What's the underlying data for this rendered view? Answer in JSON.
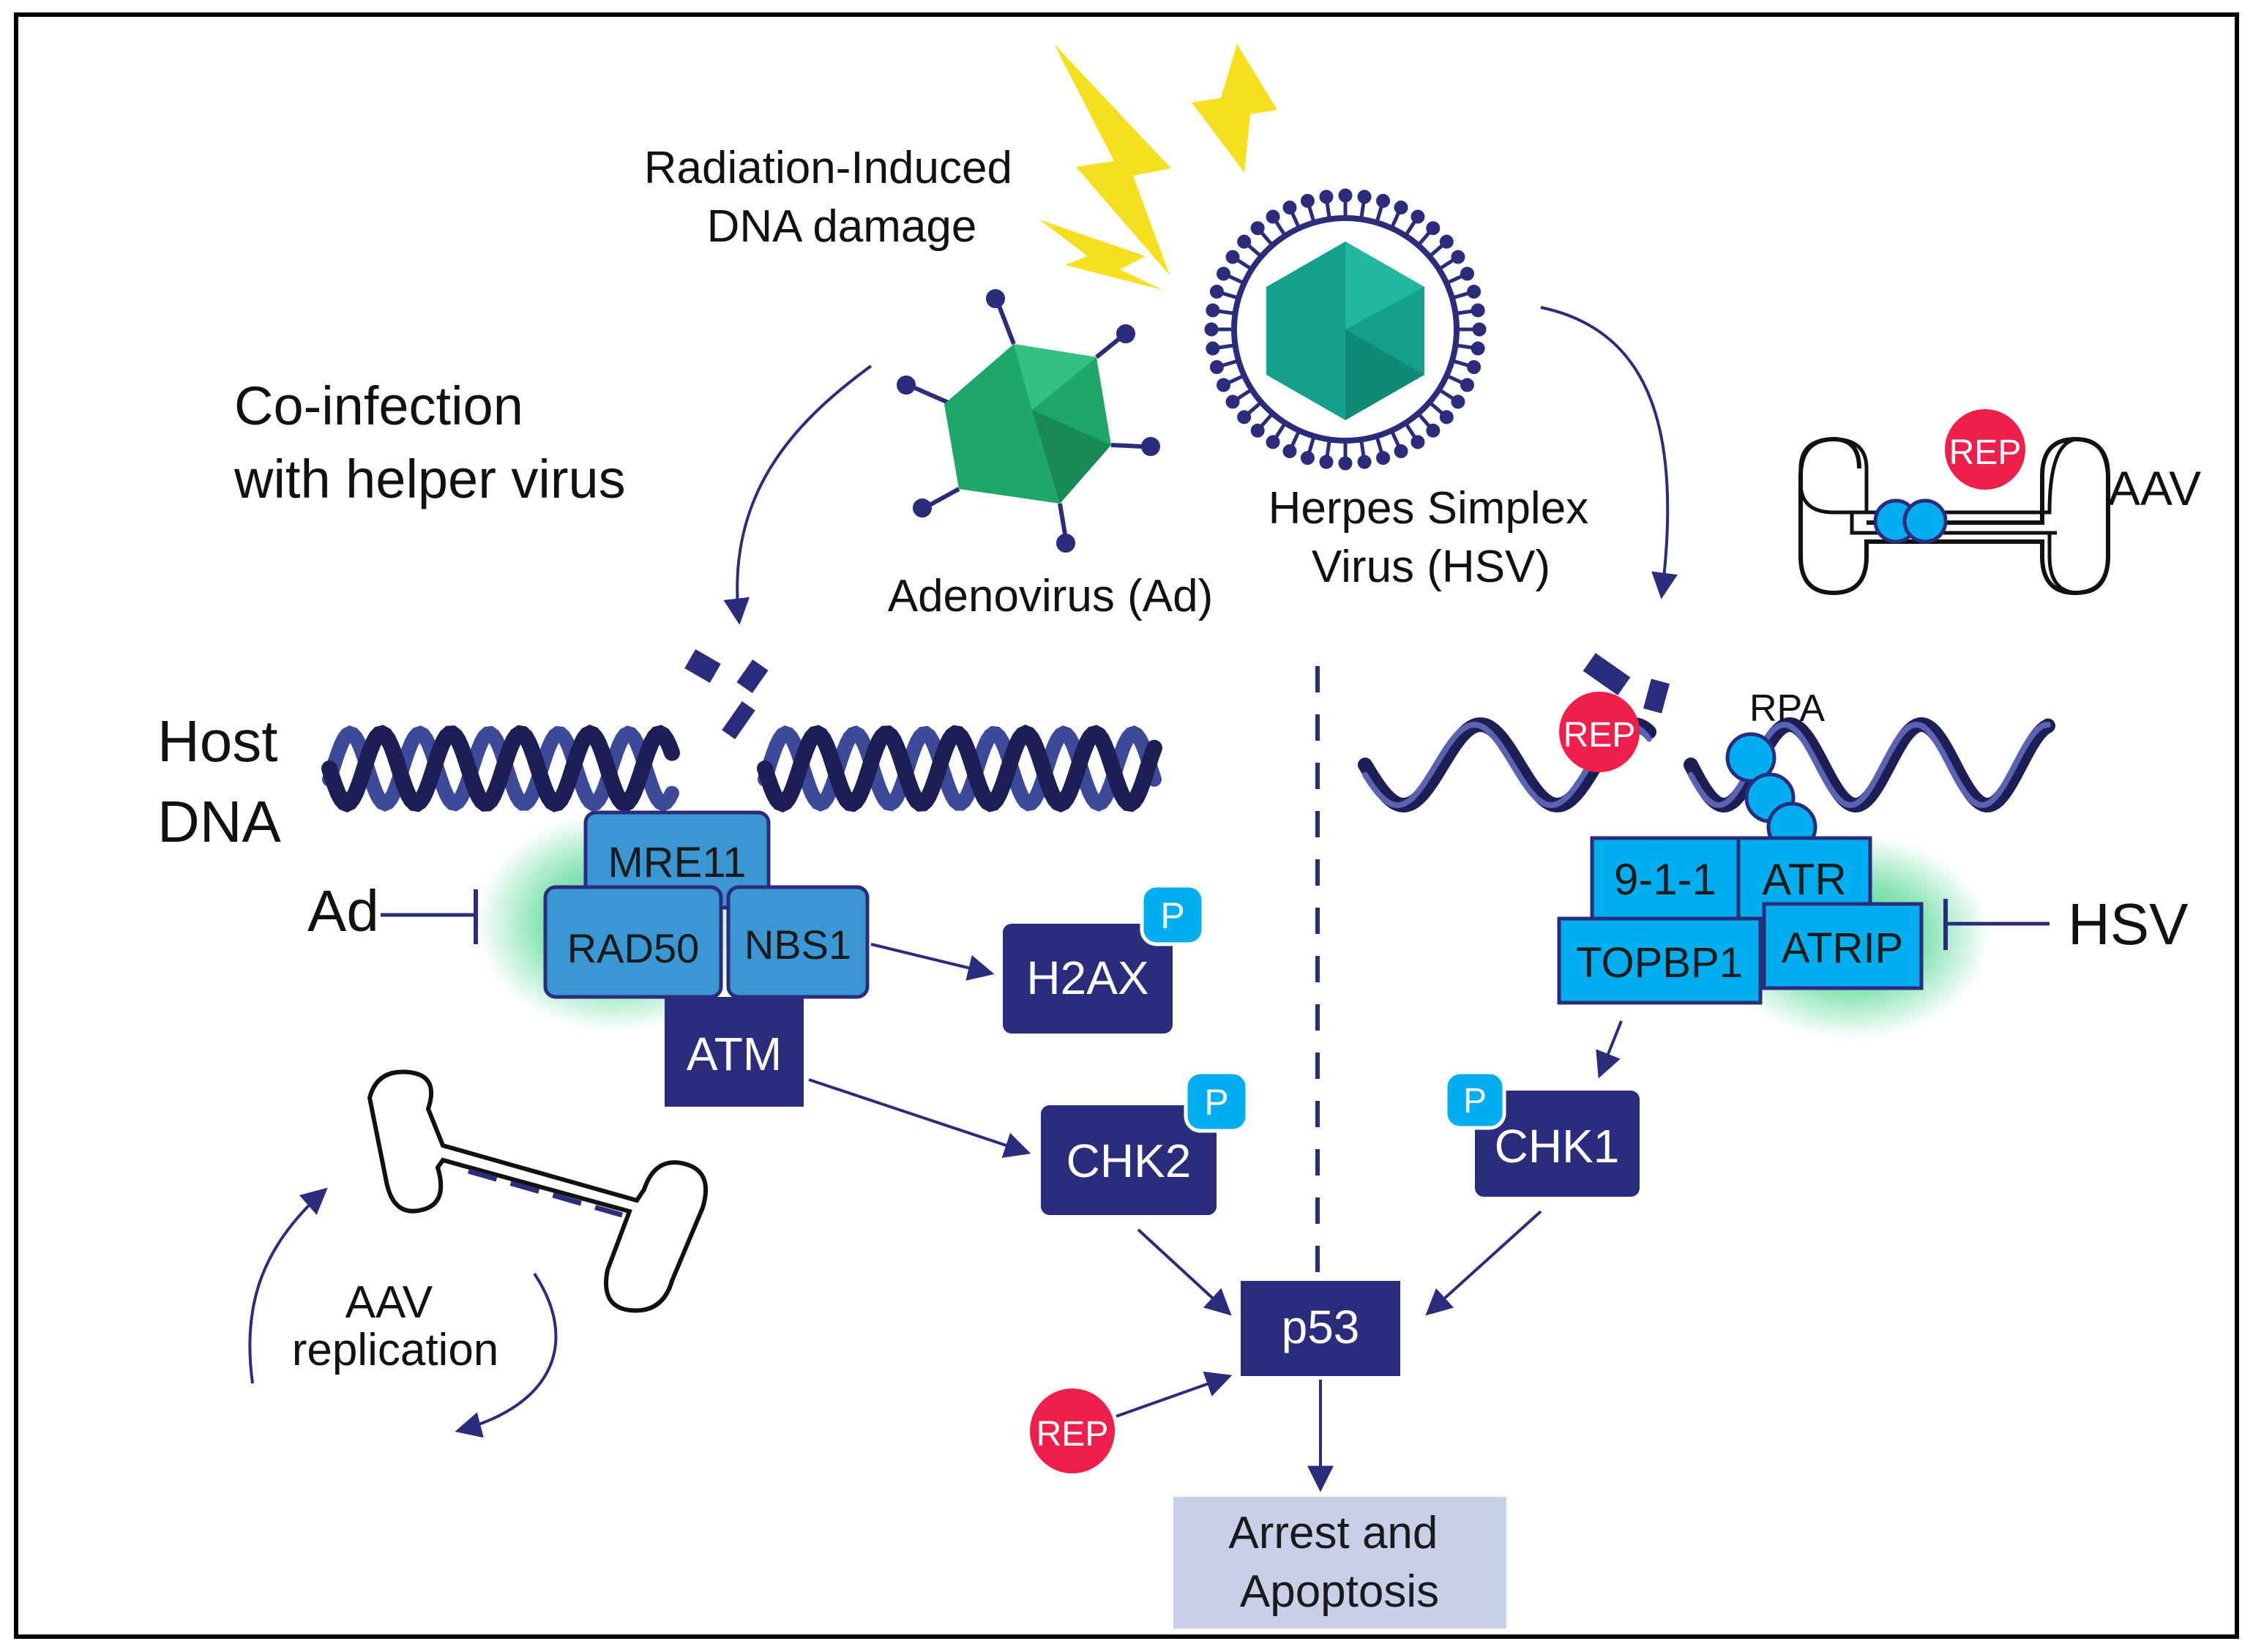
{
  "colors": {
    "navy": "#2b2c7c",
    "dark_box": "#2b2c7c",
    "mid_blue": "#3b97d3",
    "light_blue": "#00aeef",
    "rep_red": "#ef1f4b",
    "bolt_yellow": "#f5df1e",
    "virus_green": "#1fa769",
    "hsv_teal": "#14a08a",
    "glow_green": "#2ecf7e",
    "apoptosis_box": "#c8cfe9"
  },
  "labels": {
    "radiation": [
      "Radiation-Induced",
      "DNA damage"
    ],
    "coinfection": [
      "Co-infection",
      "with helper virus"
    ],
    "adenovirus": "Adenovirus (Ad)",
    "hsv_virus": [
      "Herpes Simplex",
      "Virus (HSV)"
    ],
    "aav": "AAV",
    "host_dna": [
      "Host",
      "DNA"
    ],
    "ad_inhibitor": "Ad",
    "hsv_inhibitor": "HSV",
    "rpa": "RPA",
    "aav_replication": [
      "AAV",
      "replication"
    ],
    "rep": "REP",
    "phospho": "P"
  },
  "proteins": {
    "mre11": "MRE11",
    "rad50": "RAD50",
    "nbs1": "NBS1",
    "atm": "ATM",
    "h2ax": "H2AX",
    "chk2": "CHK2",
    "nine11": "9-1-1",
    "atr": "ATR",
    "topbp1": "TOPBP1",
    "atrip": "ATRIP",
    "chk1": "CHK1",
    "p53": "p53",
    "arrest": [
      "Arrest and",
      "Apoptosis"
    ]
  }
}
